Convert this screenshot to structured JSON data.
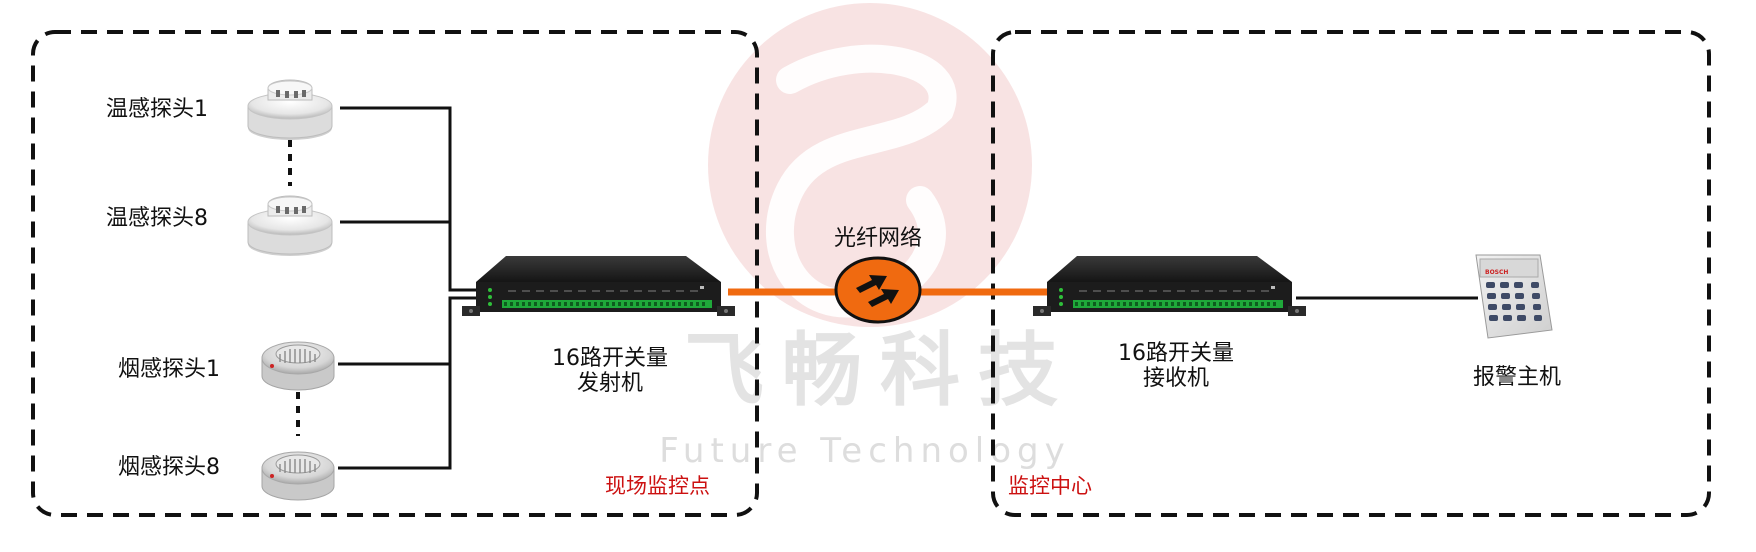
{
  "watermark": {
    "company": "飞畅科技",
    "tagline": "Future Technology"
  },
  "site": {
    "zone_label": "现场监控点",
    "zone_color": "#cc1111",
    "sensors": [
      {
        "label": "温感探头1",
        "kind": "heat"
      },
      {
        "label": "温感探头8",
        "kind": "heat"
      },
      {
        "label": "烟感探头1",
        "kind": "smoke"
      },
      {
        "label": "烟感探头8",
        "kind": "smoke"
      }
    ],
    "transmitter": {
      "line1": "16路开关量",
      "line2": "发射机"
    }
  },
  "network": {
    "label": "光纤网络",
    "link_color": "#f06a10",
    "icon": "fiber-converter-icon"
  },
  "center": {
    "zone_label": "监控中心",
    "receiver": {
      "line1": "16路开关量",
      "line2": "接收机"
    },
    "alarm_host": {
      "label": "报警主机",
      "brand": "BOSCH"
    }
  }
}
